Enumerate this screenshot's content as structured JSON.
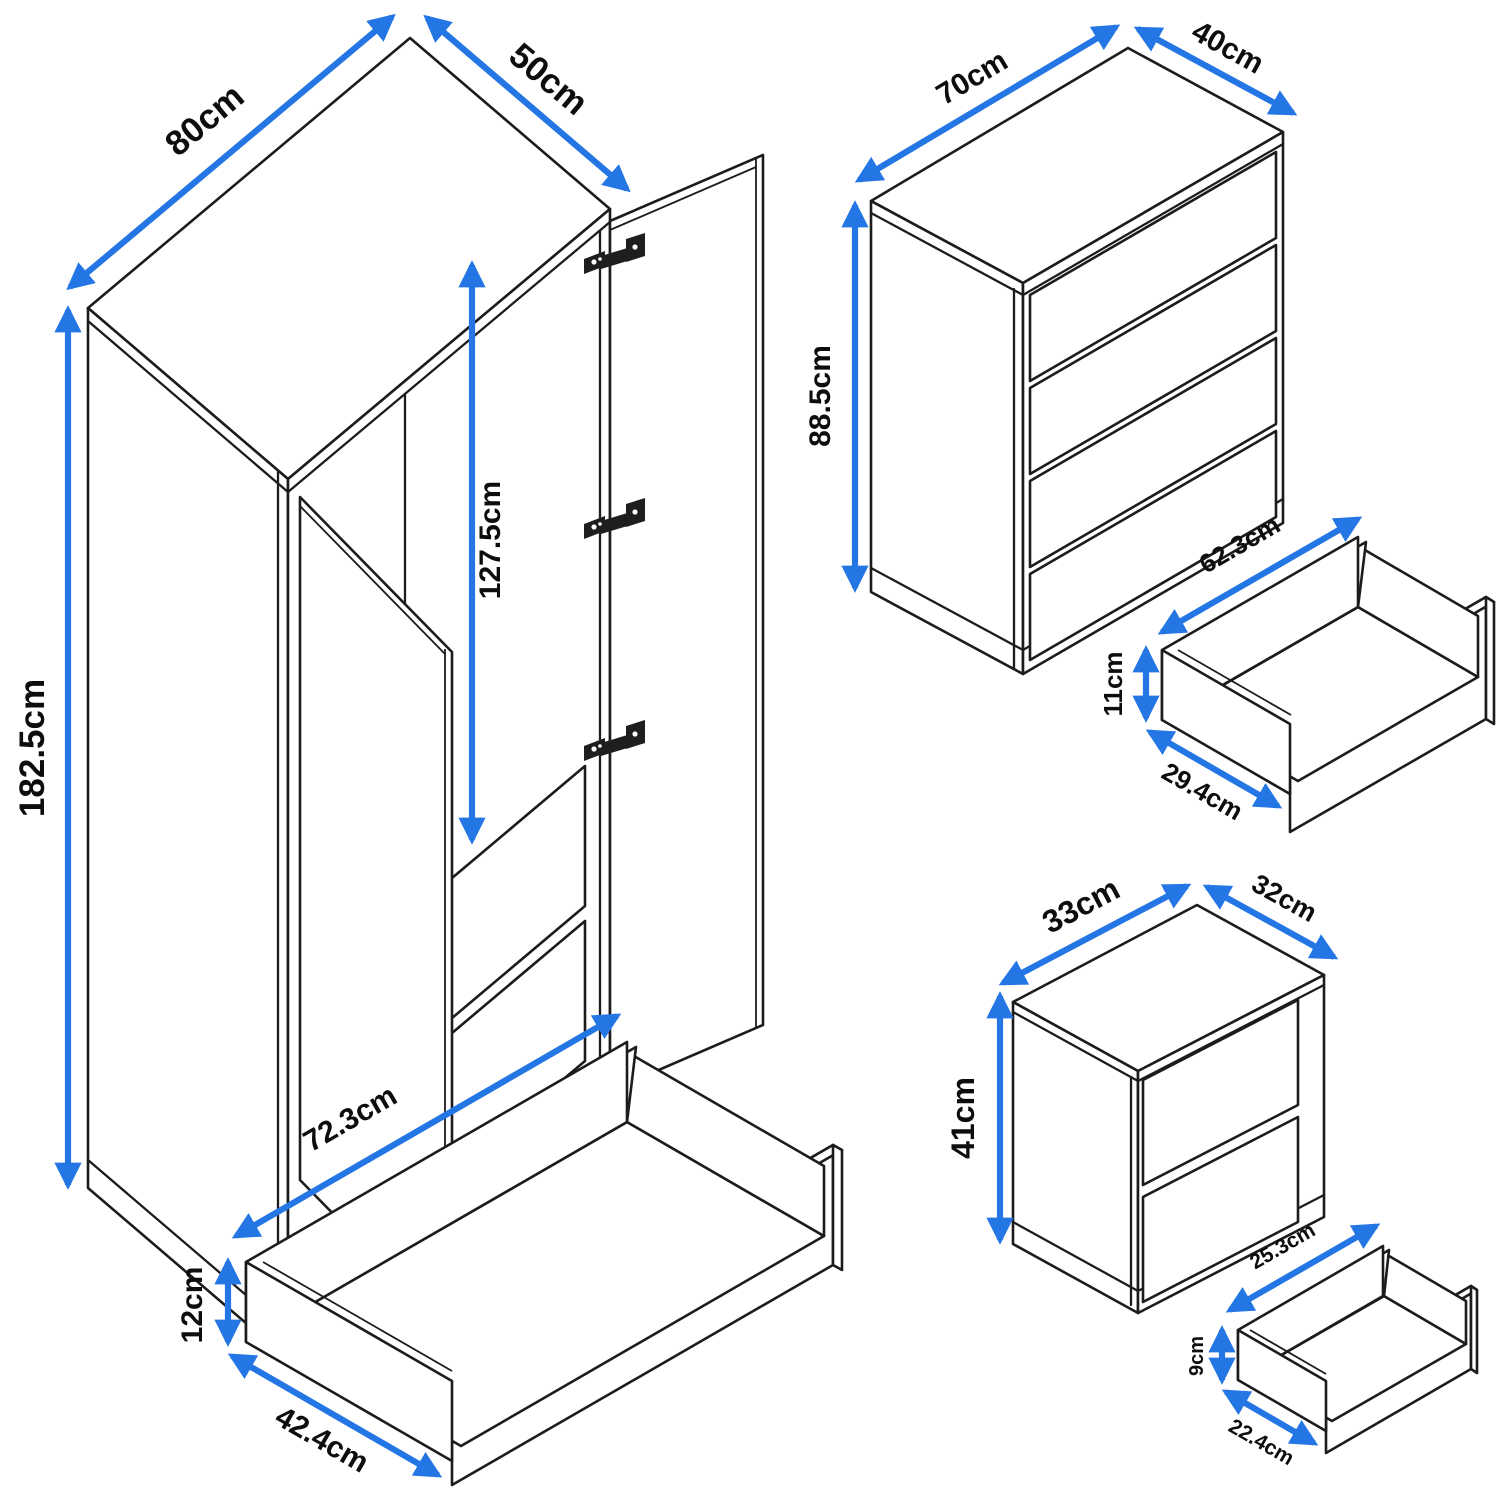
{
  "diagram": {
    "type": "furniture-dimension-diagram",
    "accent_color": "#2376e3",
    "line_color": "#1c1c1c",
    "background_color": "#ffffff"
  },
  "figures": {
    "wardrobe": {
      "width": "80cm",
      "depth": "50cm",
      "height": "182.5cm",
      "interior_height": "127.5cm"
    },
    "chest": {
      "width": "70cm",
      "depth": "40cm",
      "height": "88.5cm"
    },
    "chest_drawer": {
      "width": "62.3cm",
      "height": "11cm",
      "depth": "29.4cm"
    },
    "wardrobe_drawer": {
      "width": "72.3cm",
      "height": "12cm",
      "depth": "42.4cm"
    },
    "bedside": {
      "width": "33cm",
      "depth": "32cm",
      "height": "41cm"
    },
    "bedside_drawer": {
      "width": "25.3cm",
      "height": "9cm",
      "depth": "22.4cm"
    }
  }
}
